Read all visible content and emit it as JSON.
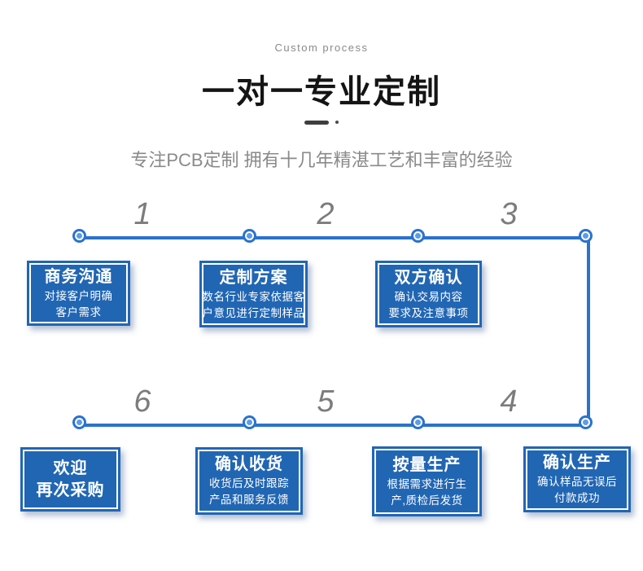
{
  "header": {
    "eyebrow": "Custom process",
    "title": "一对一专业定制",
    "subtitle": "专注PCB定制 拥有十几年精湛工艺和丰富的经验"
  },
  "colors": {
    "box_blue": "#2166b3",
    "line_blue": "#2b72cc",
    "dot_inner_blue": "#5b9de8",
    "number_gray": "#7c7c7c",
    "text_gray": "#8a8a8a"
  },
  "top_row": {
    "numbers": [
      "1",
      "2",
      "3"
    ],
    "boxes": [
      {
        "title_lines": [
          "商务沟通"
        ],
        "body_lines": [
          "对接客户明确",
          "客户需求"
        ]
      },
      {
        "title_lines": [
          "定制方案"
        ],
        "body_lines": [
          "数名行业专家依据客",
          "户意见进行定制样品"
        ]
      },
      {
        "title_lines": [
          "双方确认"
        ],
        "body_lines": [
          "确认交易内容",
          "要求及注意事项"
        ]
      }
    ]
  },
  "bottom_row": {
    "numbers": [
      "6",
      "5",
      "4"
    ],
    "boxes": [
      {
        "title_lines": [
          "欢迎",
          "再次采购"
        ],
        "body_lines": []
      },
      {
        "title_lines": [
          "确认收货"
        ],
        "body_lines": [
          "收货后及时跟踪",
          "产品和服务反馈"
        ]
      },
      {
        "title_lines": [
          "按量生产"
        ],
        "body_lines": [
          "根据需求进行生",
          "产,质检后发货"
        ]
      },
      {
        "title_lines": [
          "确认生产"
        ],
        "body_lines": [
          "确认样品无误后",
          "付款成功"
        ]
      }
    ]
  }
}
